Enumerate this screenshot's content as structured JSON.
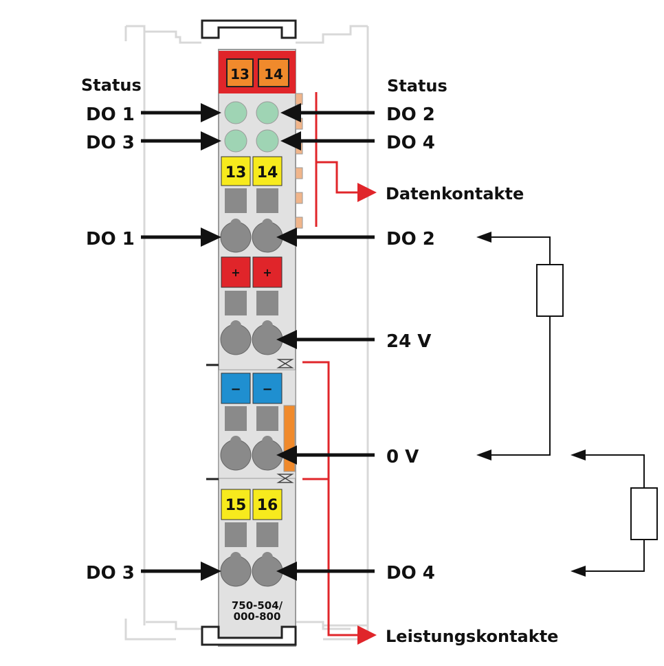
{
  "labels": {
    "status_left": "Status",
    "status_right": "Status",
    "led_do1": "DO 1",
    "led_do2": "DO 2",
    "led_do3": "DO 3",
    "led_do4": "DO 4",
    "data_contacts": "Datenkontakte",
    "out_do1": "DO 1",
    "out_do2": "DO 2",
    "supply_24v": "24 V",
    "supply_0v": "0 V",
    "out_do3": "DO 3",
    "out_do4": "DO 4",
    "power_contacts": "Leistungskontakte"
  },
  "module": {
    "top_terminal_left": "13",
    "top_terminal_right": "14",
    "marker_13": "13",
    "marker_14": "14",
    "marker_plus_left": "+",
    "marker_plus_right": "+",
    "marker_minus_left": "−",
    "marker_minus_right": "−",
    "marker_15": "15",
    "marker_16": "16",
    "part_number_line1": "750-504/",
    "part_number_line2": "000-800"
  },
  "colors": {
    "housing": "#e1e1e1",
    "led_green": "#9fd4b4",
    "marker_yellow": "#f7ea1d",
    "marker_red": "#e0252a",
    "marker_blue": "#1f8fd0",
    "top_orange": "#f08a2c",
    "contact_red": "#e0252a",
    "lever_grey": "#8a8a8a"
  }
}
